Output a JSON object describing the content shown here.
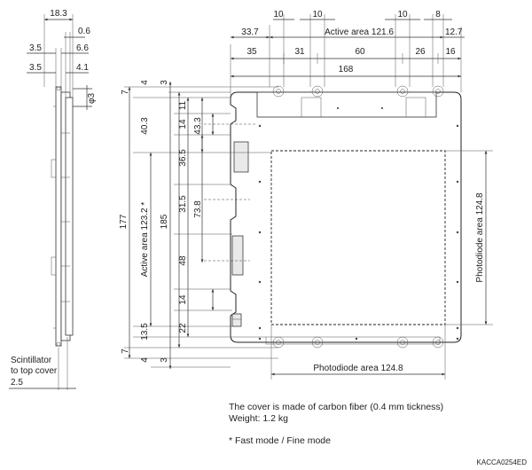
{
  "dimensions": {
    "top_d18_3": "18.3",
    "top_d0_6": "0.6",
    "top_d3_5a": "3.5",
    "top_d6_6": "6.6",
    "top_d3_5b": "3.5",
    "top_d4_1": "4.1",
    "hole_phi3": "φ3",
    "h_10a": "10",
    "h_10b": "10",
    "h_10c": "10",
    "h_8": "8",
    "h_33_7": "33.7",
    "h_active": "Active area 121.6",
    "h_12_7": "12.7",
    "h_35": "35",
    "h_31": "31",
    "h_60": "60",
    "h_26": "26",
    "h_16": "16",
    "h_168": "168",
    "v_7a": "7",
    "v_4a": "4",
    "v_3a": "3",
    "v_11": "11",
    "v_40_3": "40.3",
    "v_14a": "14",
    "v_43_3": "43.3",
    "v_36_5": "36.5",
    "v_177": "177",
    "v_active": "Active area 123.2 *",
    "v_185": "185",
    "v_31_5": "31.5",
    "v_73_8": "73.8",
    "v_48": "48",
    "v_14b": "14",
    "v_13_5": "13.5",
    "v_22": "22",
    "v_7b": "7",
    "v_4b": "4",
    "v_3b": "3",
    "pd_h": "Photodiode area 124.8",
    "pd_v": "Photodiode area 124.8"
  },
  "side_note": {
    "line1": "Scintillator",
    "line2": "to top cover",
    "line3": "2.5"
  },
  "notes": {
    "line1": "The cover is made of carbon fiber (0.4 mm tickness)",
    "line2": "Weight: 1.2 kg",
    "line3": "* Fast mode / Fine mode"
  },
  "code": "KACCA0254ED"
}
